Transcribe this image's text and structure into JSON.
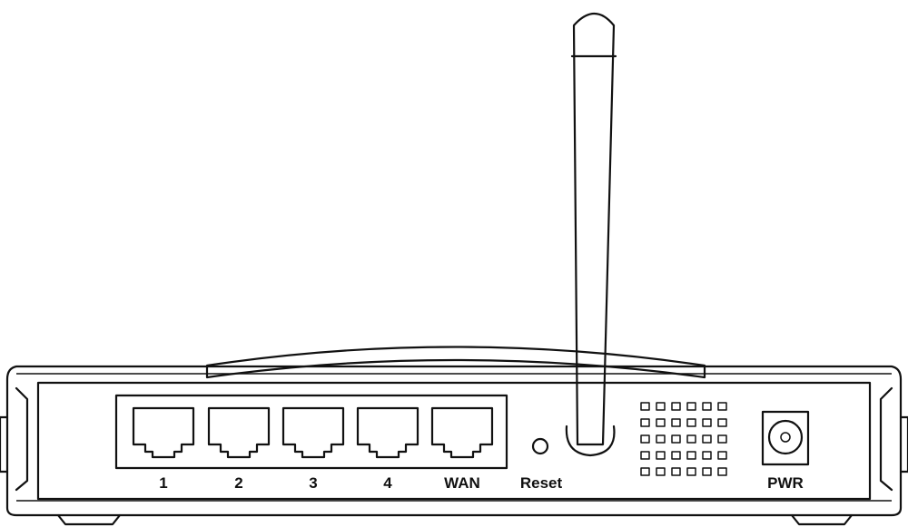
{
  "ports": [
    {
      "label": "1"
    },
    {
      "label": "2"
    },
    {
      "label": "3"
    },
    {
      "label": "4"
    },
    {
      "label": "WAN"
    }
  ],
  "reset_label": "Reset",
  "power_label": "PWR",
  "colors": {
    "line": "#111111",
    "background": "#ffffff"
  }
}
